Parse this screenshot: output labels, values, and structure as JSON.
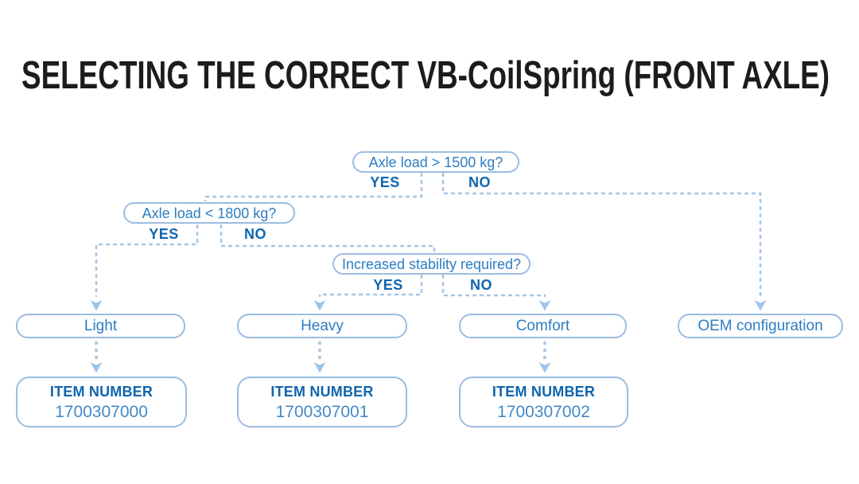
{
  "title": "SELECTING THE CORRECT VB-CoilSpring (FRONT AXLE)",
  "colors": {
    "title_text": "#1c1c1c",
    "box_border": "#9cbce0",
    "box_text": "#2d7dc2",
    "yes_no_text": "#0f65ae",
    "connector": "#a6c6e7",
    "arrowhead": "#9ec4e8",
    "item_title_text": "#0f65ae",
    "item_number_text": "#4389c8"
  },
  "flowchart": {
    "decisions": [
      {
        "question": "Axle load > 1500 kg?",
        "yes": "YES",
        "no": "NO"
      },
      {
        "question": "Axle load < 1800 kg?",
        "yes": "YES",
        "no": "NO"
      },
      {
        "question": "Increased stability required?",
        "yes": "YES",
        "no": "NO"
      }
    ],
    "options": [
      {
        "label": "Light"
      },
      {
        "label": "Heavy"
      },
      {
        "label": "Comfort"
      },
      {
        "label": "OEM configuration"
      }
    ],
    "item_cards": [
      {
        "title": "ITEM NUMBER",
        "number": "1700307000"
      },
      {
        "title": "ITEM NUMBER",
        "number": "1700307001"
      },
      {
        "title": "ITEM NUMBER",
        "number": "1700307002"
      }
    ]
  }
}
